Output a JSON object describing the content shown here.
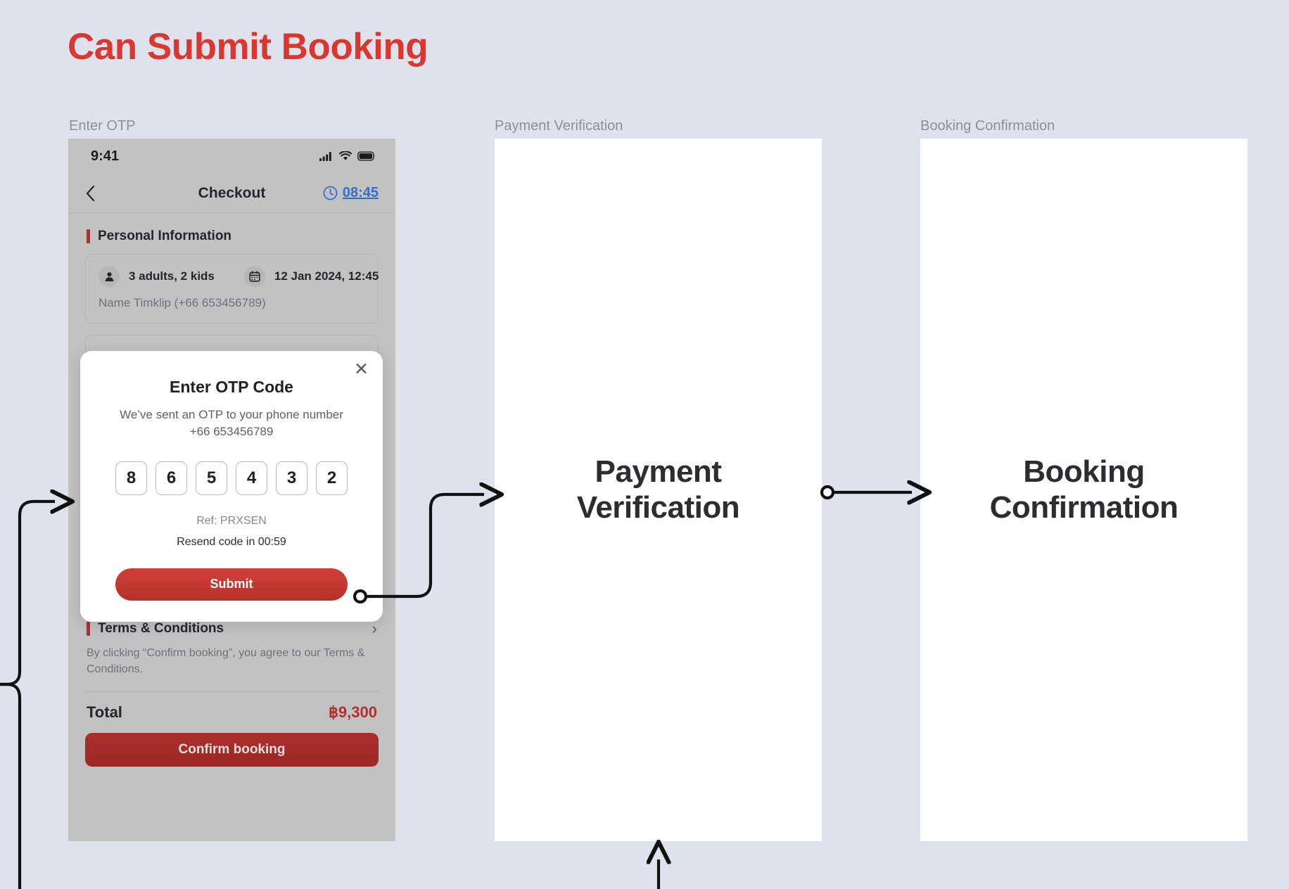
{
  "page": {
    "title": "Can Submit Booking",
    "accent_color": "#d93831",
    "background_color": "#dee2ec"
  },
  "frames": [
    {
      "label": "Enter OTP"
    },
    {
      "label": "Payment Verification"
    },
    {
      "label": "Booking Confirmation"
    }
  ],
  "phone": {
    "status_bar": {
      "time": "9:41",
      "icons": [
        "signal-icon",
        "wifi-icon",
        "battery-icon"
      ]
    },
    "nav": {
      "back_icon": "chevron-left-icon",
      "title": "Checkout",
      "timer_icon": "clock-icon",
      "timer": "08:45",
      "timer_color": "#2f6fd0"
    },
    "personal_information": {
      "heading": "Personal Information",
      "guests_icon": "person-icon",
      "guests": "3 adults, 2 kids",
      "date_icon": "calendar-icon",
      "date": "12 Jan 2024, 12:45",
      "contact": "Name Timklip  (+66 653456789)"
    },
    "terms": {
      "heading": "Terms & Conditions",
      "chevron_icon": "chevron-right-icon",
      "body": "By clicking “Confirm booking”, you agree to our Terms & Conditions."
    },
    "totals": {
      "label": "Total",
      "value": "฿9,300",
      "confirm_label": "Confirm booking"
    }
  },
  "otp_modal": {
    "close_icon": "close-icon",
    "title": "Enter OTP Code",
    "subtitle_line1": "We’ve sent an OTP to your phone number",
    "subtitle_line2": "+66 653456789",
    "digits": [
      "8",
      "6",
      "5",
      "4",
      "3",
      "2"
    ],
    "ref": "Ref: PRXSEN",
    "resend": "Resend code in 00:59",
    "submit_label": "Submit"
  },
  "panels": {
    "payment_verification": {
      "title_line1": "Payment",
      "title_line2": "Verification"
    },
    "booking_confirmation": {
      "title_line1": "Booking",
      "title_line2": "Confirmation"
    }
  },
  "connectors": [
    {
      "from": "offscreen-left",
      "to": "enter-otp-frame",
      "style": "elbow-arrow"
    },
    {
      "from": "submit-button",
      "to": "payment-verification-frame",
      "style": "s-curve-arrow"
    },
    {
      "from": "payment-verification-frame",
      "to": "booking-confirmation-frame",
      "style": "straight-arrow"
    },
    {
      "from": "below",
      "to": "payment-verification-frame",
      "style": "up-arrow"
    }
  ]
}
